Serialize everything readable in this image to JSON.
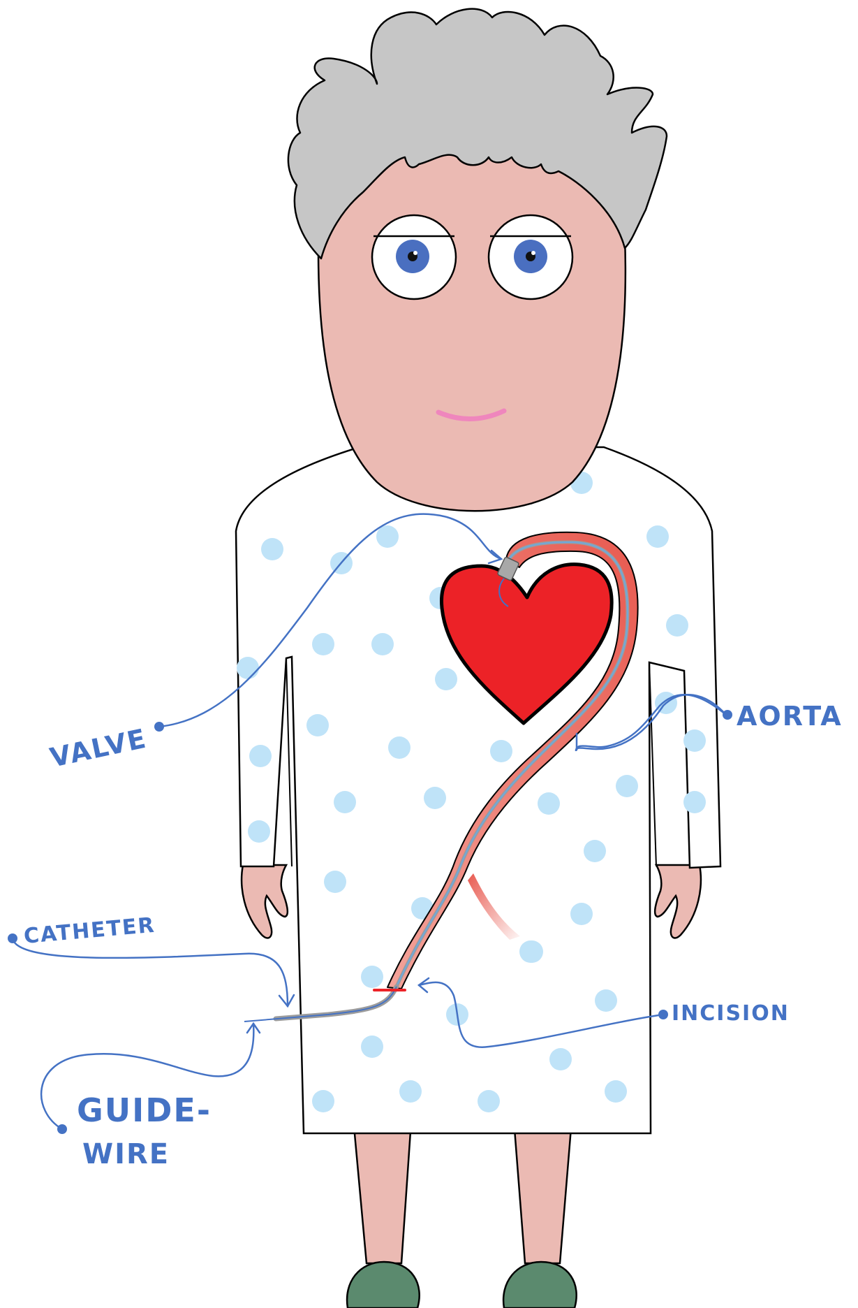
{
  "labels": {
    "valve": "VALVE",
    "aorta": "AORTA",
    "catheter": "CATHETER",
    "incision": "INCISION",
    "guidewire_line1": "GUIDE-",
    "guidewire_line2": "WIRE"
  },
  "colors": {
    "label_blue": "#4472c4",
    "hair": "#c6c6c6",
    "skin": "#ebbab3",
    "gown": "#ffffff",
    "gown_dots": "#bfe3f8",
    "heart": "#ec2227",
    "aorta": "#e85a50",
    "iris": "#4a6fc0",
    "mouth": "#ef86bd",
    "shoes": "#5b8a6e",
    "incision": "#ec2227"
  },
  "icons": [
    "patient-figure",
    "heart-icon",
    "aorta-vessel",
    "catheter-line",
    "guidewire-line"
  ]
}
